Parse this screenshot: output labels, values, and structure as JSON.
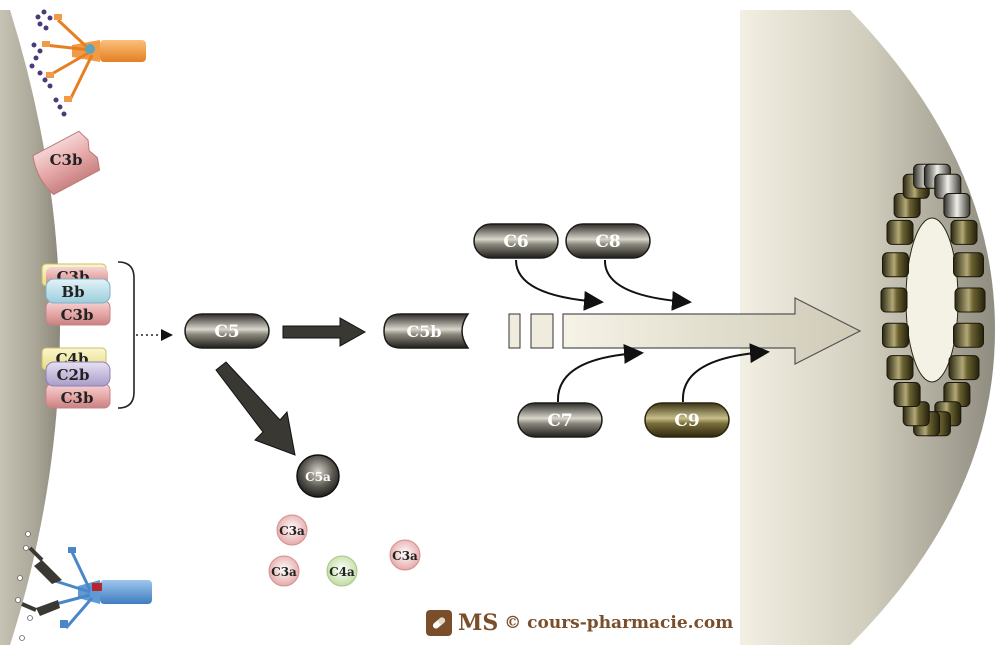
{
  "labels": {
    "c3b_top": "C3b",
    "c3_convertase": {
      "c3b_a": "C3b",
      "bb": "Bb",
      "c3b_b": "C3b"
    },
    "c5_convertase": {
      "c4b": "C4b",
      "c2b": "C2b",
      "c3b": "C3b"
    },
    "c5": "C5",
    "c5b": "C5b",
    "c5a": "C5a",
    "c6": "C6",
    "c7": "C7",
    "c8": "C8",
    "c9": "C9",
    "c3a_1": "C3a",
    "c3a_2": "C3a",
    "c3a_3": "C3a",
    "c4a": "C4a"
  },
  "watermark": {
    "ms": "MS",
    "site": "© cours-pharmacie.com"
  },
  "colors": {
    "dark_pill": "#3a3832",
    "c9_pill": "#5a5028",
    "c3b_pink": "#e5a8a8",
    "bb_blue": "#bfe0ea",
    "c4b_yellow": "#f3eca2",
    "c2b_purple": "#c9c0df",
    "c3a_pink": "#e9b0b0",
    "c4a_green": "#cfe3b3",
    "cell_membrane": "#b7b3a4",
    "watermark_brown": "#7a4e2a"
  },
  "icons": [
    "antibody-complex-icon",
    "receptor-icon",
    "pore-ring-icon",
    "arrow-icon",
    "pill-logo-icon"
  ]
}
